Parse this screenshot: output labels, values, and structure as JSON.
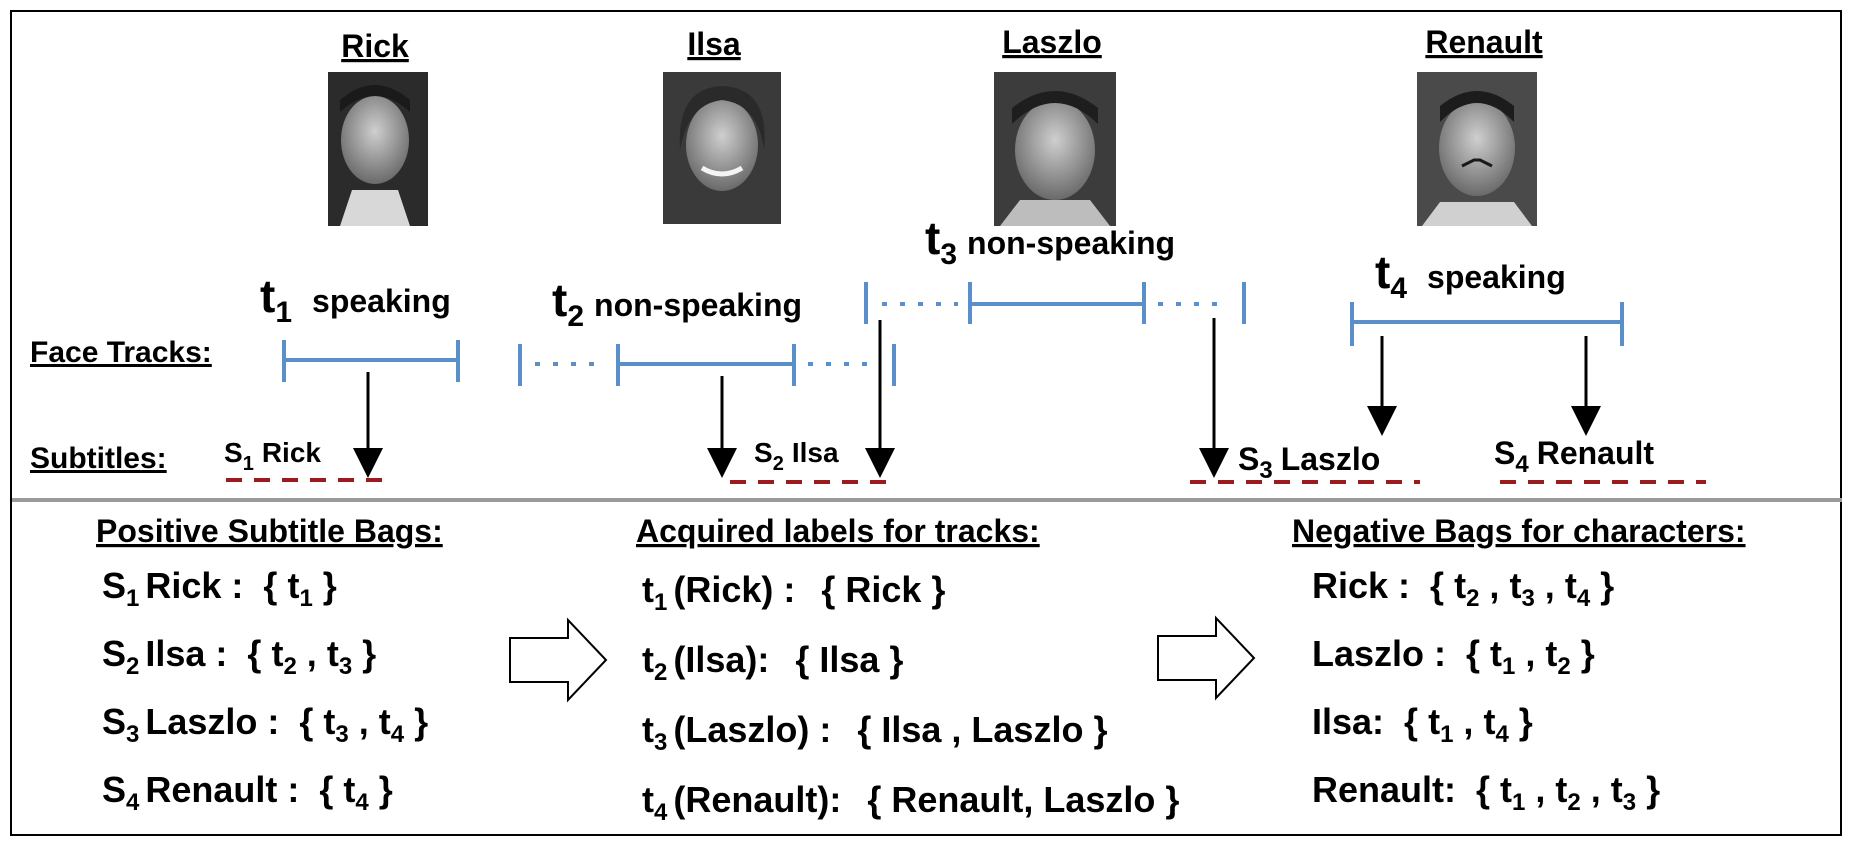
{
  "characters": [
    {
      "name": "Rick"
    },
    {
      "name": "Ilsa"
    },
    {
      "name": "Laszlo"
    },
    {
      "name": "Renault"
    }
  ],
  "tracks": [
    {
      "t": "t",
      "sub": "1",
      "status": "speaking"
    },
    {
      "t": "t",
      "sub": "2",
      "status": "non-speaking"
    },
    {
      "t": "t",
      "sub": "3",
      "status": "non-speaking"
    },
    {
      "t": "t",
      "sub": "4",
      "status": "speaking"
    }
  ],
  "row_labels": {
    "face_tracks": "Face Tracks:",
    "subtitles": "Subtitles:"
  },
  "subtitles": [
    {
      "s": "S",
      "sub": "1",
      "name": "Rick"
    },
    {
      "s": "S",
      "sub": "2",
      "name": "Ilsa"
    },
    {
      "s": "S",
      "sub": "3",
      "name": "Laszlo"
    },
    {
      "s": "S",
      "sub": "4",
      "name": "Renault"
    }
  ],
  "positive_bags": {
    "title": "Positive Subtitle Bags:",
    "rows": [
      {
        "s": "S",
        "sub": "1",
        "name": "Rick :",
        "bag": [
          {
            "t": "t",
            "sub": "1"
          }
        ]
      },
      {
        "s": "S",
        "sub": "2",
        "name": "Ilsa :",
        "bag": [
          {
            "t": "t",
            "sub": "2"
          },
          {
            "t": "t",
            "sub": "3"
          }
        ]
      },
      {
        "s": "S",
        "sub": "3",
        "name": "Laszlo :",
        "bag": [
          {
            "t": "t",
            "sub": "3"
          },
          {
            "t": "t",
            "sub": "4"
          }
        ]
      },
      {
        "s": "S",
        "sub": "4",
        "name": "Renault :",
        "bag": [
          {
            "t": "t",
            "sub": "4"
          }
        ]
      }
    ]
  },
  "acquired_labels": {
    "title": "Acquired labels for tracks:",
    "rows": [
      {
        "t": "t",
        "sub": "1",
        "who": "(Rick) :",
        "labels": "{ Rick }"
      },
      {
        "t": "t",
        "sub": "2",
        "who": "(Ilsa):",
        "labels": "{ Ilsa }"
      },
      {
        "t": "t",
        "sub": "3",
        "who": "(Laszlo) :",
        "labels": "{ Ilsa , Laszlo }"
      },
      {
        "t": "t",
        "sub": "4",
        "who": "(Renault):",
        "labels": "{ Renault, Laszlo }"
      }
    ]
  },
  "negative_bags": {
    "title": "Negative Bags for characters:",
    "rows": [
      {
        "name": "Rick :",
        "bag": [
          {
            "t": "t",
            "sub": "2"
          },
          {
            "t": "t",
            "sub": "3"
          },
          {
            "t": "t",
            "sub": "4"
          }
        ]
      },
      {
        "name": "Laszlo :",
        "bag": [
          {
            "t": "t",
            "sub": "1"
          },
          {
            "t": "t",
            "sub": "2"
          }
        ]
      },
      {
        "name": "Ilsa:",
        "bag": [
          {
            "t": "t",
            "sub": "1"
          },
          {
            "t": "t",
            "sub": "4"
          }
        ]
      },
      {
        "name": "Renault:",
        "bag": [
          {
            "t": "t",
            "sub": "1"
          },
          {
            "t": "t",
            "sub": "2"
          },
          {
            "t": "t",
            "sub": "3"
          }
        ]
      }
    ]
  },
  "colors": {
    "track_line": "#5b8fc9",
    "subtitle_dash": "#9b1c1c",
    "divider": "#9a9a9a",
    "arrow": "#000000"
  }
}
